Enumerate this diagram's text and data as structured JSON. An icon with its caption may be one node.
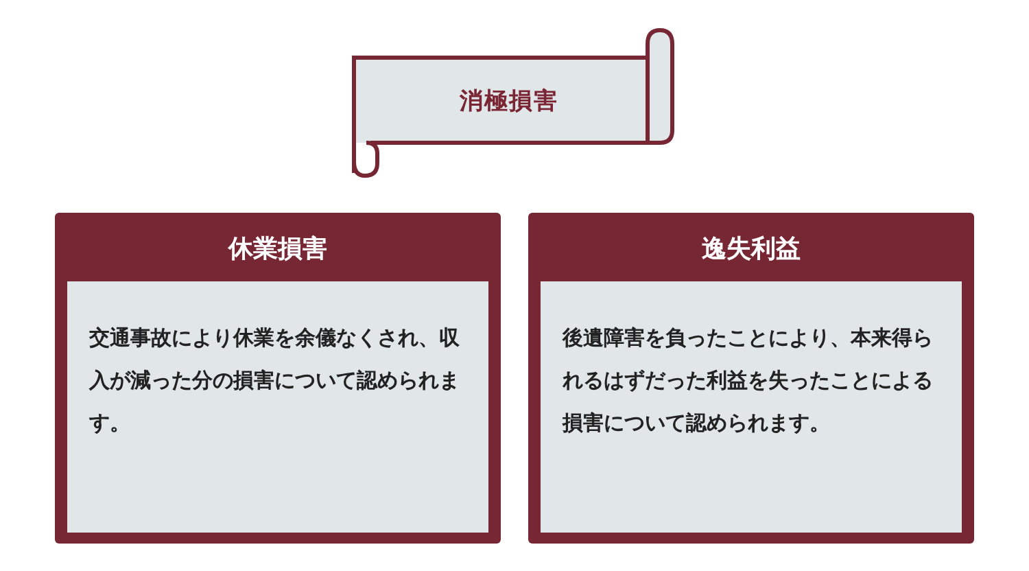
{
  "diagram": {
    "nodes": [
      {
        "text": [
          "消極損害"
        ]
      },
      {
        "text": [
          "休業損害",
          "交通事故により休業を余儀なくされ、収入が減った分の損害について認められます。"
        ]
      },
      {
        "text": [
          "逸失利益",
          "後遺障害を負ったことにより、本来得られるはずだった利益を失ったことによる損害について認められます。"
        ]
      }
    ]
  }
}
